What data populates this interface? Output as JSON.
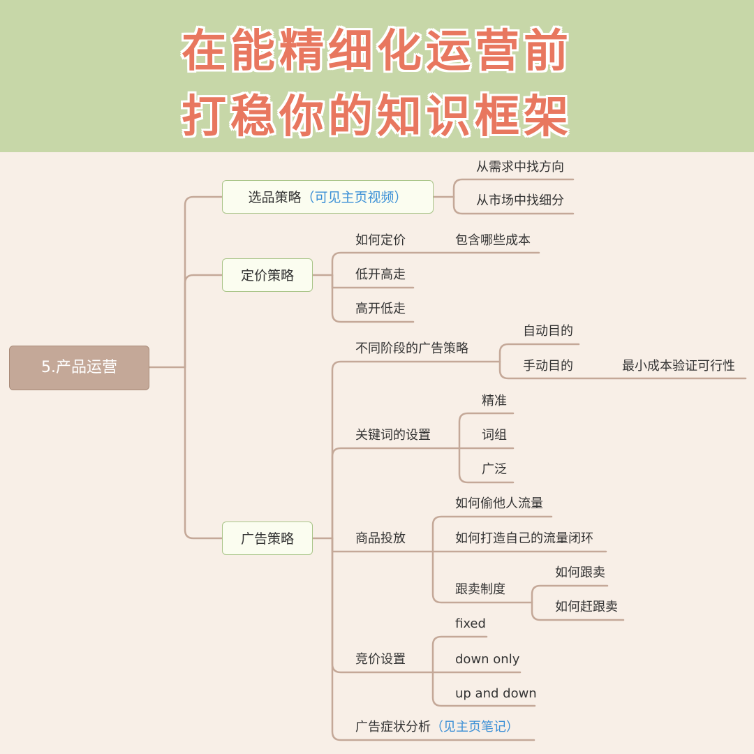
{
  "header": {
    "title_line1": "在能精细化运营前",
    "title_line2": "打稳你的知识框架"
  },
  "mindmap": {
    "root": "5.产品运营",
    "selection": {
      "label": "选品策略",
      "note": "（可见主页视频）",
      "children": [
        "从需求中找方向",
        "从市场中找细分"
      ]
    },
    "pricing": {
      "label": "定价策略",
      "how": "如何定价",
      "how_child": "包含哪些成本",
      "low_high": "低开高走",
      "high_low": "高开低走"
    },
    "ads": {
      "label": "广告策略",
      "stages": {
        "label": "不同阶段的广告策略",
        "auto": "自动目的",
        "manual": "手动目的",
        "manual_child": "最小成本验证可行性"
      },
      "keywords": {
        "label": "关键词的设置",
        "children": [
          "精准",
          "词组",
          "广泛"
        ]
      },
      "placement": {
        "label": "商品投放",
        "steal": "如何偷他人流量",
        "loop": "如何打造自己的流量闭环",
        "follow": {
          "label": "跟卖制度",
          "children": [
            "如何跟卖",
            "如何赶跟卖"
          ]
        }
      },
      "bidding": {
        "label": "竞价设置",
        "children": [
          "fixed",
          "down only",
          "up and down"
        ]
      },
      "diagnosis": {
        "label": "广告症状分析",
        "note": "（见主页笔记）"
      }
    }
  },
  "colors": {
    "banner": "#c7d7a8",
    "background": "#f8efe7",
    "title": "#e8775f",
    "connector": "#c4a898",
    "note_blue": "#3a8fd6"
  }
}
